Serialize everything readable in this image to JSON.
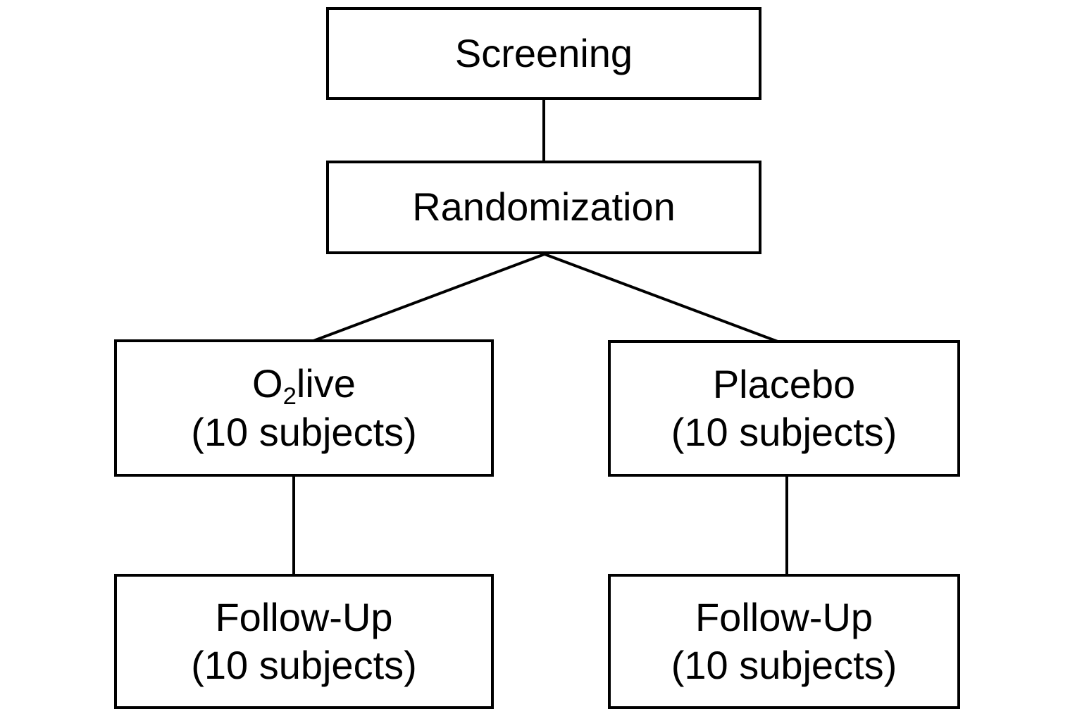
{
  "diagram": {
    "type": "flowchart",
    "colors": {
      "line": "#000000",
      "box_fill": "#ffffff",
      "text": "#000000",
      "page_background": "#ffffff"
    },
    "nodes": {
      "screening": {
        "label": "Screening"
      },
      "randomization": {
        "label": "Randomization"
      },
      "o2live": {
        "label_base": "O",
        "label_subscript": "2",
        "label_suffix": "live",
        "count": "(10 subjects)"
      },
      "placebo": {
        "label": "Placebo",
        "count": "(10 subjects)"
      },
      "followup_left": {
        "label": "Follow-Up",
        "count": "(10 subjects)"
      },
      "followup_right": {
        "label": "Follow-Up",
        "count": "(10 subjects)"
      }
    },
    "edges": [
      {
        "from": "screening",
        "to": "randomization"
      },
      {
        "from": "randomization",
        "to": "o2live"
      },
      {
        "from": "randomization",
        "to": "placebo"
      },
      {
        "from": "o2live",
        "to": "followup_left"
      },
      {
        "from": "placebo",
        "to": "followup_right"
      }
    ]
  }
}
